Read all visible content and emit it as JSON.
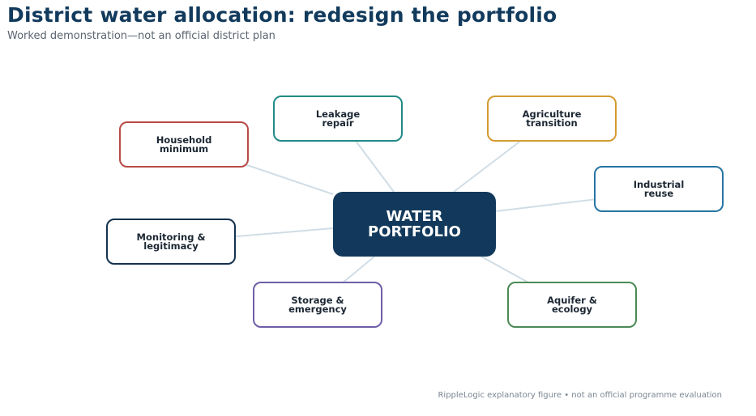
{
  "header": {
    "title": "District water allocation: redesign the portfolio",
    "subtitle": "Worked demonstration—not an official district plan"
  },
  "diagram": {
    "hub": {
      "label": "WATER\nPORTFOLIO",
      "color": "#12395b"
    },
    "nodes": [
      {
        "id": "household",
        "label": "Household\nminimum",
        "color": "#b84a45"
      },
      {
        "id": "leakage",
        "label": "Leakage\nrepair",
        "color": "#218a86"
      },
      {
        "id": "agriculture",
        "label": "Agriculture\ntransition",
        "color": "#d49b32"
      },
      {
        "id": "industrial",
        "label": "Industrial\nreuse",
        "color": "#2674a3"
      },
      {
        "id": "monitoring",
        "label": "Monitoring &\nlegitimacy",
        "color": "#15324e"
      },
      {
        "id": "storage",
        "label": "Storage &\nemergency",
        "color": "#6f5ea8"
      },
      {
        "id": "aquifer",
        "label": "Aquifer &\necology",
        "color": "#4a8a56"
      }
    ],
    "connector_color": "#d0dde5"
  },
  "footer": {
    "note": "RippleLogic explanatory figure • not an official programme evaluation"
  }
}
